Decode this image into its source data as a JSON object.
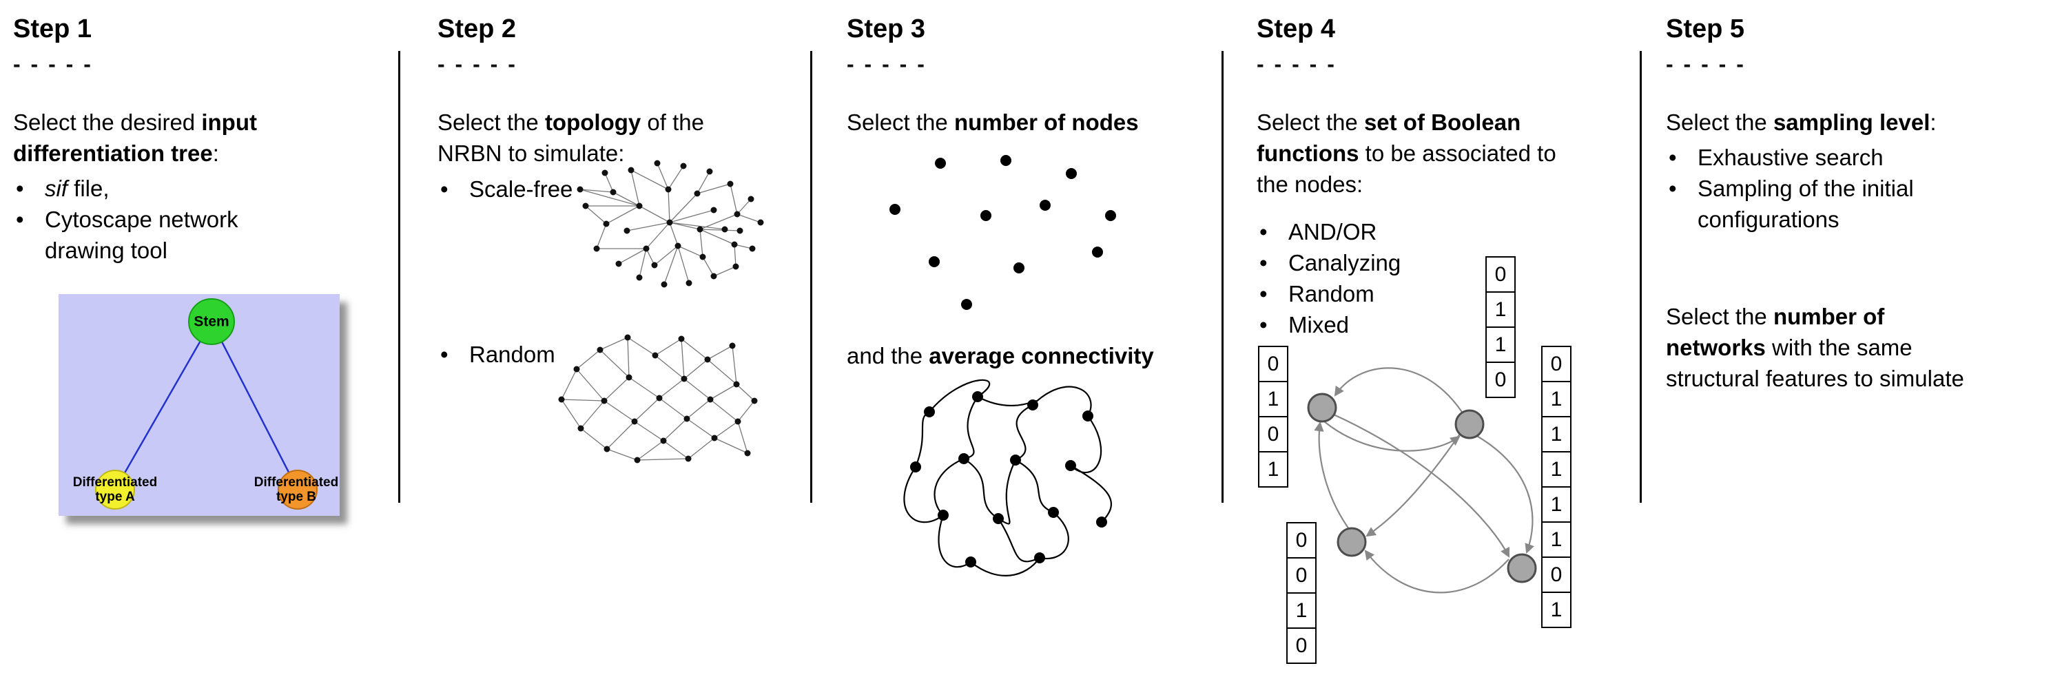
{
  "colors": {
    "background": "#ffffff",
    "text": "#000000",
    "divider": "#000000",
    "tree_panel_background": "#c9c9f8",
    "stem_node_fill": "#2ed32e",
    "type_a_node_fill": "#f2ef2d",
    "type_b_node_fill": "#f2952a",
    "tree_edge": "#2233cc",
    "network_dot": "#111111",
    "network_edge": "#777777",
    "boolean_node_fill": "#a6a6a6",
    "boolean_edge": "#888888"
  },
  "steps": [
    {
      "title": "Step 1",
      "dashes": "- - - - -",
      "intro_lines": [
        [
          {
            "t": "Select the desired "
          },
          {
            "t": "input",
            "b": true
          }
        ],
        [
          {
            "t": "differentiation tree",
            "b": true
          },
          {
            "t": ":"
          }
        ]
      ],
      "bullets": [
        {
          "lines": [
            [
              {
                "t": "sif",
                "i": true
              },
              {
                "t": " file,"
              }
            ]
          ]
        },
        {
          "lines": [
            [
              {
                "t": "Cytoscape network"
              }
            ],
            [
              {
                "t": "drawing tool"
              }
            ]
          ]
        }
      ],
      "tree": {
        "root_label": "Stem",
        "left_line1": "Differentiated",
        "left_line2": "type A",
        "right_line1": "Differentiated",
        "right_line2": "type B"
      }
    },
    {
      "title": "Step 2",
      "dashes": "- - - - -",
      "intro_lines": [
        [
          {
            "t": "Select the "
          },
          {
            "t": "topology",
            "b": true
          },
          {
            "t": " of the"
          }
        ],
        [
          {
            "t": "NRBN to simulate:"
          }
        ]
      ],
      "bullets": [
        {
          "lines": [
            [
              {
                "t": "Scale-free"
              }
            ]
          ]
        },
        {
          "lines": [
            [
              {
                "t": "Random"
              }
            ]
          ]
        }
      ]
    },
    {
      "title": "Step 3",
      "dashes": "- - - - -",
      "intro_lines": [
        [
          {
            "t": "Select the "
          },
          {
            "t": "number of nodes",
            "b": true
          }
        ]
      ],
      "caption_lines": [
        [
          {
            "t": "and the "
          },
          {
            "t": "average connectivity",
            "b": true
          }
        ]
      ]
    },
    {
      "title": "Step 4",
      "dashes": "- - - - -",
      "intro_lines": [
        [
          {
            "t": "Select the "
          },
          {
            "t": "set of Boolean",
            "b": true
          }
        ],
        [
          {
            "t": "functions",
            "b": true
          },
          {
            "t": " to be associated to"
          }
        ],
        [
          {
            "t": "the nodes:"
          }
        ]
      ],
      "bullets": [
        {
          "lines": [
            [
              {
                "t": "AND/OR"
              }
            ]
          ]
        },
        {
          "lines": [
            [
              {
                "t": "Canalyzing"
              }
            ]
          ]
        },
        {
          "lines": [
            [
              {
                "t": "Random"
              }
            ]
          ]
        },
        {
          "lines": [
            [
              {
                "t": "Mixed"
              }
            ]
          ]
        }
      ],
      "boolean_tables": {
        "top": [
          "0",
          "1",
          "1",
          "0"
        ],
        "left": [
          "0",
          "1",
          "0",
          "1"
        ],
        "bottom": [
          "0",
          "0",
          "1",
          "0"
        ],
        "right": [
          "0",
          "1",
          "1",
          "1",
          "1",
          "1",
          "0",
          "1"
        ]
      }
    },
    {
      "title": "Step 5",
      "dashes": "- - - - -",
      "intro_lines": [
        [
          {
            "t": "Select the "
          },
          {
            "t": "sampling level",
            "b": true
          },
          {
            "t": ":"
          }
        ]
      ],
      "bullets": [
        {
          "lines": [
            [
              {
                "t": "Exhaustive search"
              }
            ]
          ]
        },
        {
          "lines": [
            [
              {
                "t": "Sampling of the initial"
              }
            ],
            [
              {
                "t": "configurations"
              }
            ]
          ]
        }
      ],
      "paragraph2_lines": [
        [
          {
            "t": "Select the "
          },
          {
            "t": "number of",
            "b": true
          }
        ],
        [
          {
            "t": "networks",
            "b": true
          },
          {
            "t": " with the same"
          }
        ],
        [
          {
            "t": "structural features to simulate"
          }
        ]
      ]
    }
  ]
}
